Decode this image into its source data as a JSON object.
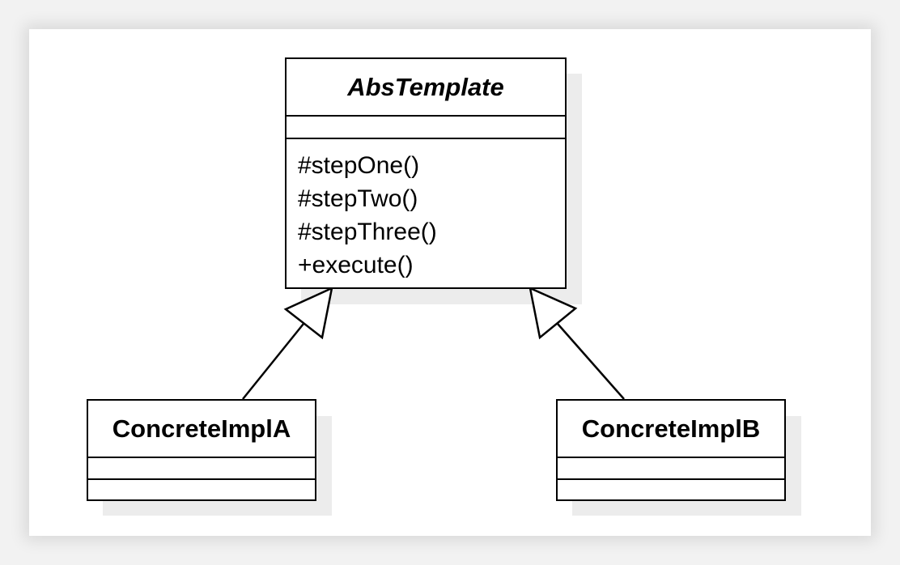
{
  "diagram": {
    "abstract_class": {
      "name": "AbsTemplate",
      "attributes": [],
      "operations": [
        "#stepOne()",
        "#stepTwo()",
        "#stepThree()",
        "+execute()"
      ]
    },
    "subclass_a": {
      "name": "ConcreteImplA",
      "attributes": [],
      "operations": []
    },
    "subclass_b": {
      "name": "ConcreteImplB",
      "attributes": [],
      "operations": []
    },
    "relations": [
      {
        "type": "generalization",
        "from": "ConcreteImplA",
        "to": "AbsTemplate"
      },
      {
        "type": "generalization",
        "from": "ConcreteImplB",
        "to": "AbsTemplate"
      }
    ],
    "colors": {
      "line": "#000000",
      "box_fill": "#ffffff",
      "shadow": "#ececec",
      "background": "#f2f2f2"
    }
  }
}
